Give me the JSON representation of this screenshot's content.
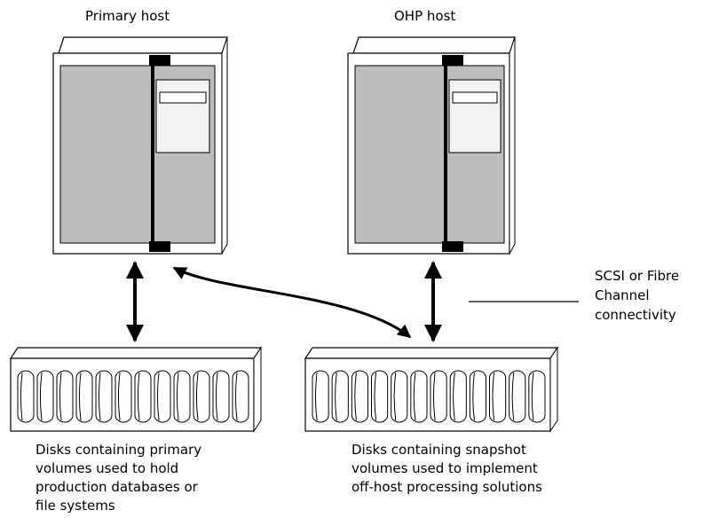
{
  "hosts": {
    "primary": {
      "label": "Primary host"
    },
    "ohp": {
      "label": "OHP host"
    }
  },
  "connectivity": {
    "label_lines": [
      "SCSI or Fibre",
      "Channel",
      "connectivity"
    ]
  },
  "disk_arrays": {
    "primary": {
      "label_lines": [
        "Disks containing primary",
        "volumes used to hold",
        "production databases or",
        "file systems"
      ],
      "disk_count": 12
    },
    "snapshot": {
      "label_lines": [
        "Disks containing snapshot",
        "volumes used to implement",
        "off-host processing solutions"
      ],
      "disk_count": 12
    }
  }
}
